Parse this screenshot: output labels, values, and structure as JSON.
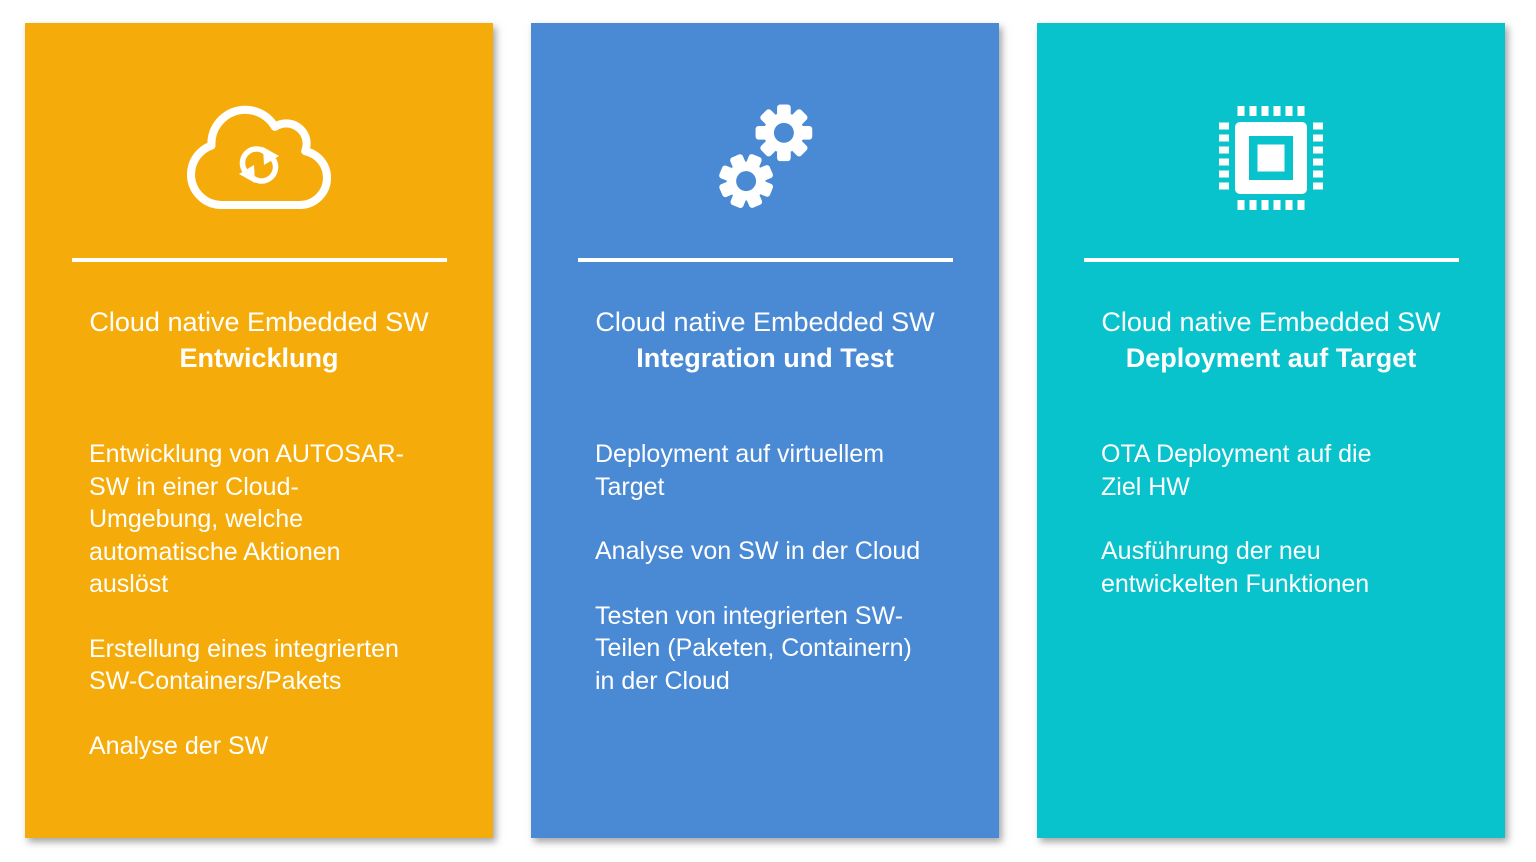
{
  "page": {
    "background": "#ffffff",
    "text_color": "#ffffff"
  },
  "cards": [
    {
      "id": "entwicklung",
      "color": "#F5AC0A",
      "icon": "cloud-sync-icon",
      "title_line1": "Cloud native Embedded SW",
      "title_line2": "Entwicklung",
      "paragraphs": [
        "Entwicklung von AUTOSAR-\nSW in einer Cloud-\nUmgebung, welche\nautomatische Aktionen\nauslöst",
        "Erstellung eines integrierten\nSW-Containers/Pakets",
        "Analyse der SW"
      ]
    },
    {
      "id": "integration-und-test",
      "color": "#4A89D4",
      "icon": "gears-icon",
      "title_line1": "Cloud native Embedded SW",
      "title_line2": "Integration und Test",
      "paragraphs": [
        "Deployment auf virtuellem\nTarget",
        "Analyse von SW in der Cloud",
        "Testen von integrierten SW-\nTeilen (Paketen, Containern)\nin der Cloud"
      ]
    },
    {
      "id": "deployment-auf-target",
      "color": "#08C3CC",
      "icon": "chip-icon",
      "title_line1": "Cloud native Embedded SW",
      "title_line2": "Deployment auf Target",
      "paragraphs": [
        "OTA Deployment auf die\nZiel HW",
        "Ausführung der neu\nentwickelten Funktionen"
      ]
    }
  ]
}
